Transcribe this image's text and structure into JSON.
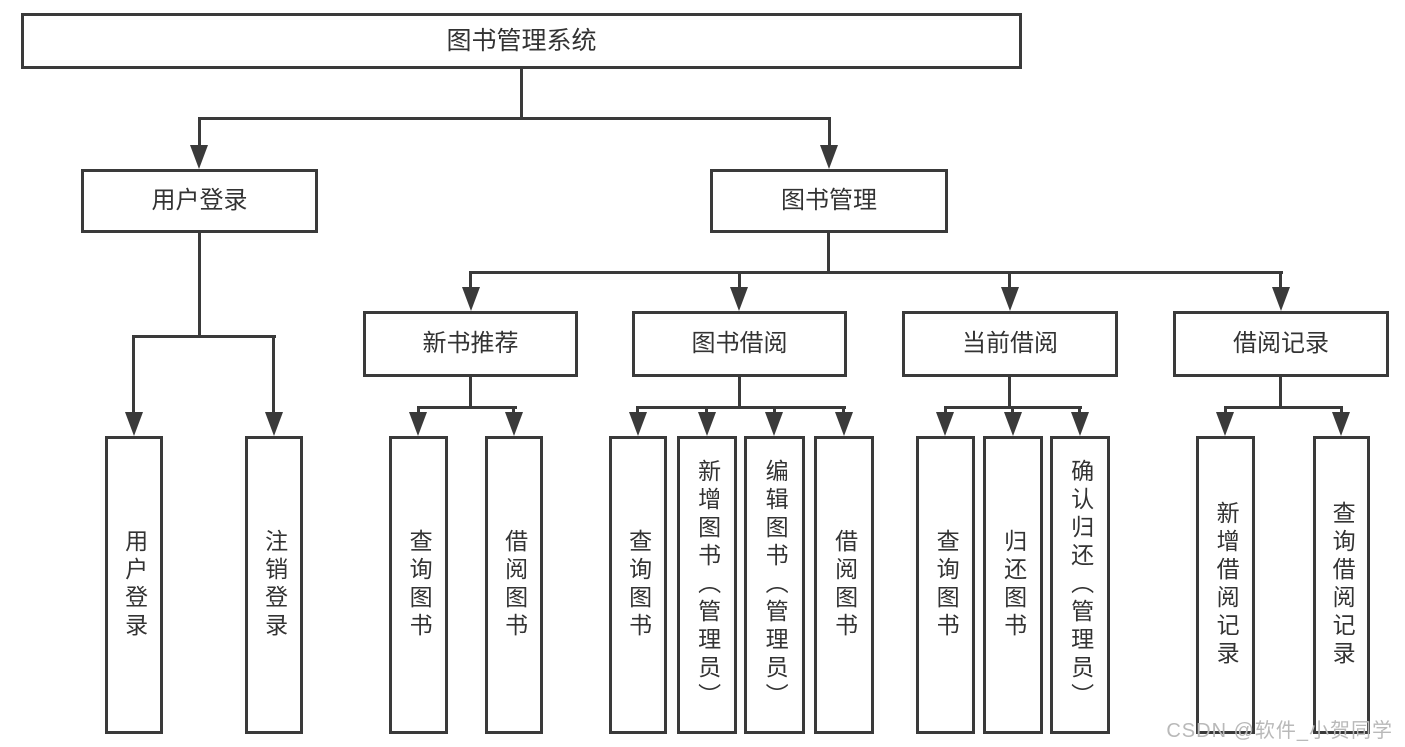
{
  "colors": {
    "stroke": "#3a3a3a",
    "text": "#333333",
    "box_fill": "#ffffff",
    "background": "#ffffff",
    "watermark": "#b9b9b9"
  },
  "watermark": {
    "text": "CSDN @软件_小贺同学"
  },
  "nodes": {
    "root": {
      "label": "图书管理系统"
    },
    "level2": [
      {
        "label": "用户登录"
      },
      {
        "label": "图书管理"
      }
    ],
    "level3": [
      {
        "label": "新书推荐"
      },
      {
        "label": "图书借阅"
      },
      {
        "label": "当前借阅"
      },
      {
        "label": "借阅记录"
      }
    ],
    "leaves": [
      {
        "parent": "用户登录",
        "items": [
          {
            "label": "用户登录"
          },
          {
            "label": "注销登录"
          }
        ]
      },
      {
        "parent": "新书推荐",
        "items": [
          {
            "label": "查询图书"
          },
          {
            "label": "借阅图书"
          }
        ]
      },
      {
        "parent": "图书借阅",
        "items": [
          {
            "label": "查询图书"
          },
          {
            "label": "新增图书（管理员）"
          },
          {
            "label": "编辑图书（管理员）"
          },
          {
            "label": "借阅图书"
          }
        ]
      },
      {
        "parent": "当前借阅",
        "items": [
          {
            "label": "查询图书"
          },
          {
            "label": "归还图书"
          },
          {
            "label": "确认归还（管理员）"
          }
        ]
      },
      {
        "parent": "借阅记录",
        "items": [
          {
            "label": "新增借阅记录"
          },
          {
            "label": "查询借阅记录"
          }
        ]
      }
    ]
  }
}
